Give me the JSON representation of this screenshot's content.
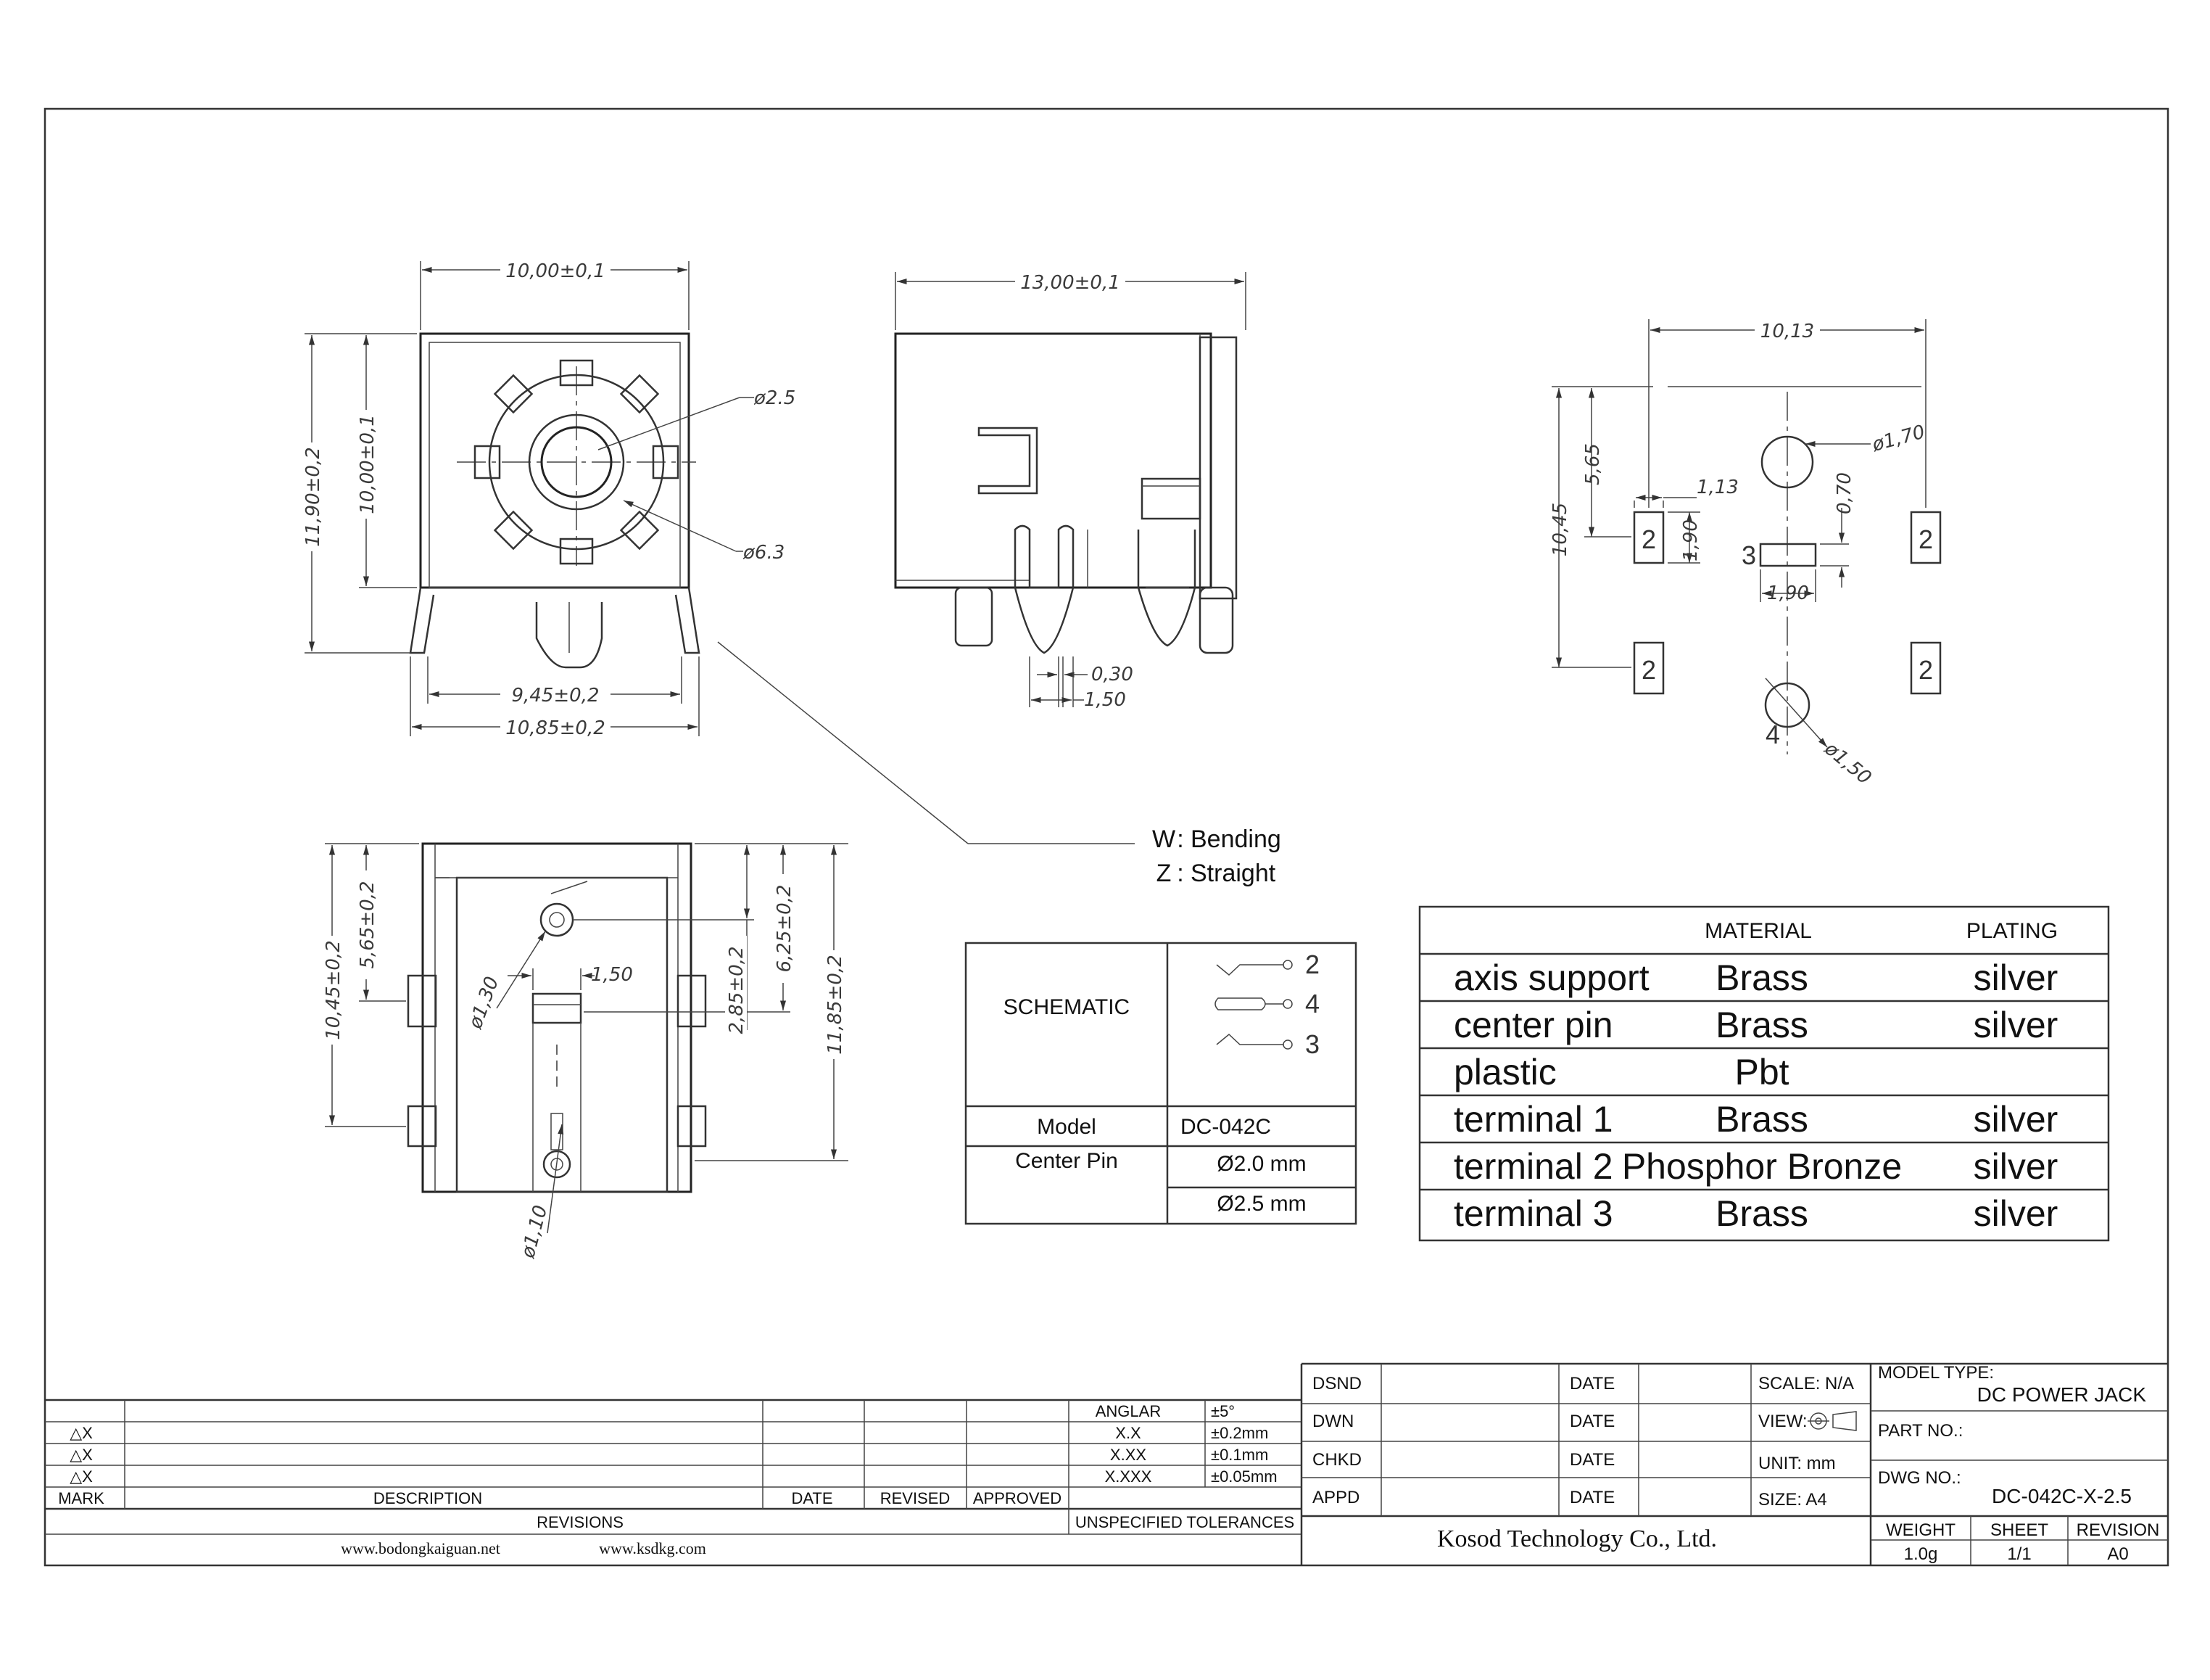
{
  "views": {
    "front": {
      "dim_width": "10,00±0,1",
      "dim_height_outer": "11,90±0,2",
      "dim_height_inner": "10,00±0,1",
      "dim_bore": "ø2.5",
      "dim_outer_ring": "ø6.3",
      "dim_pin_span": "9,45±0,2",
      "dim_overall_width": "10,85±0,2"
    },
    "side": {
      "dim_length": "13,00±0,1",
      "dim_pin_thickness": "0,30",
      "dim_pin_width": "1,50"
    },
    "footprint": {
      "dim_span": "10,13",
      "dim_offset": "5,65",
      "dim_hole_pitch": "1,13",
      "dim_big_hole": "ø1,70",
      "dim_slot_gap": "0,70",
      "dim_height": "10,45",
      "dim_slot_h": "1,90",
      "dim_slot_w": "1,90",
      "dim_small_hole": "ø1,50",
      "pad_label_2": "2",
      "pad_label_3": "3",
      "pad_label_4": "4"
    },
    "bottom": {
      "dim_left_outer": "10,45±0,2",
      "dim_left_inner": "5,65±0,2",
      "dim_hole_a": "ø1,30",
      "dim_slot_width": "1,50",
      "dim_right_a": "2,85±0,2",
      "dim_right_b": "6,25±0,2",
      "dim_right_outer": "11,85±0,2",
      "dim_hole_b": "ø1,10"
    }
  },
  "variant_note": {
    "w_code": "W",
    "w_label": "Bending",
    "z_code": "Z",
    "z_label": "Straight"
  },
  "schematic_table": {
    "schematic_label": "SCHEMATIC",
    "pin_labels": [
      "2",
      "4",
      "3"
    ],
    "model_label": "Model",
    "model_value": "DC-042C",
    "center_pin_label": "Center Pin",
    "center_pin_options": [
      "Ø2.0 mm",
      "Ø2.5 mm"
    ]
  },
  "material_table": {
    "headers": {
      "material": "MATERIAL",
      "plating": "PLATING"
    },
    "rows": [
      {
        "part": "axis support",
        "material": "Brass",
        "plating": "silver"
      },
      {
        "part": "center pin",
        "material": "Brass",
        "plating": "silver"
      },
      {
        "part": "plastic",
        "material": "Pbt",
        "plating": ""
      },
      {
        "part": "terminal 1",
        "material": "Brass",
        "plating": "silver"
      },
      {
        "part": "terminal 2",
        "material": "Phosphor Bronze",
        "plating": "silver"
      },
      {
        "part": "terminal 3",
        "material": "Brass",
        "plating": "silver"
      }
    ]
  },
  "revisions": {
    "rows": [
      "△X",
      "△X",
      "△X"
    ],
    "col_mark": "MARK",
    "col_description": "DESCRIPTION",
    "col_date": "DATE",
    "col_revised": "REVISED",
    "col_approved": "APPROVED",
    "footer": "REVISIONS",
    "website_1": "www.bodongkaiguan.net",
    "website_2": "www.ksdkg.com"
  },
  "tolerances": {
    "rows": [
      {
        "label": "ANGLAR",
        "value": "±5°"
      },
      {
        "label": "X.X",
        "value": "±0.2mm"
      },
      {
        "label": "X.XX",
        "value": "±0.1mm"
      },
      {
        "label": "X.XXX",
        "value": "±0.05mm"
      }
    ],
    "footer": "UNSPECIFIED TOLERANCES"
  },
  "title_block": {
    "roles": [
      "DSND",
      "DWN",
      "CHKD",
      "APPD"
    ],
    "date_label": "DATE",
    "scale": "SCALE: N/A",
    "view": "VIEW:",
    "unit": "UNIT: mm",
    "size": "SIZE: A4",
    "model_type_label": "MODEL TYPE:",
    "model_type_value": "DC POWER JACK",
    "part_no_label": "PART NO.:",
    "dwg_no_label": "DWG NO.:",
    "dwg_no_value": "DC-042C-X-2.5",
    "company": "Kosod Technology Co., Ltd.",
    "weight_label": "WEIGHT",
    "weight_value": "1.0g",
    "sheet_label": "SHEET",
    "sheet_value": "1/1",
    "revision_label": "REVISION",
    "revision_value": "A0"
  }
}
